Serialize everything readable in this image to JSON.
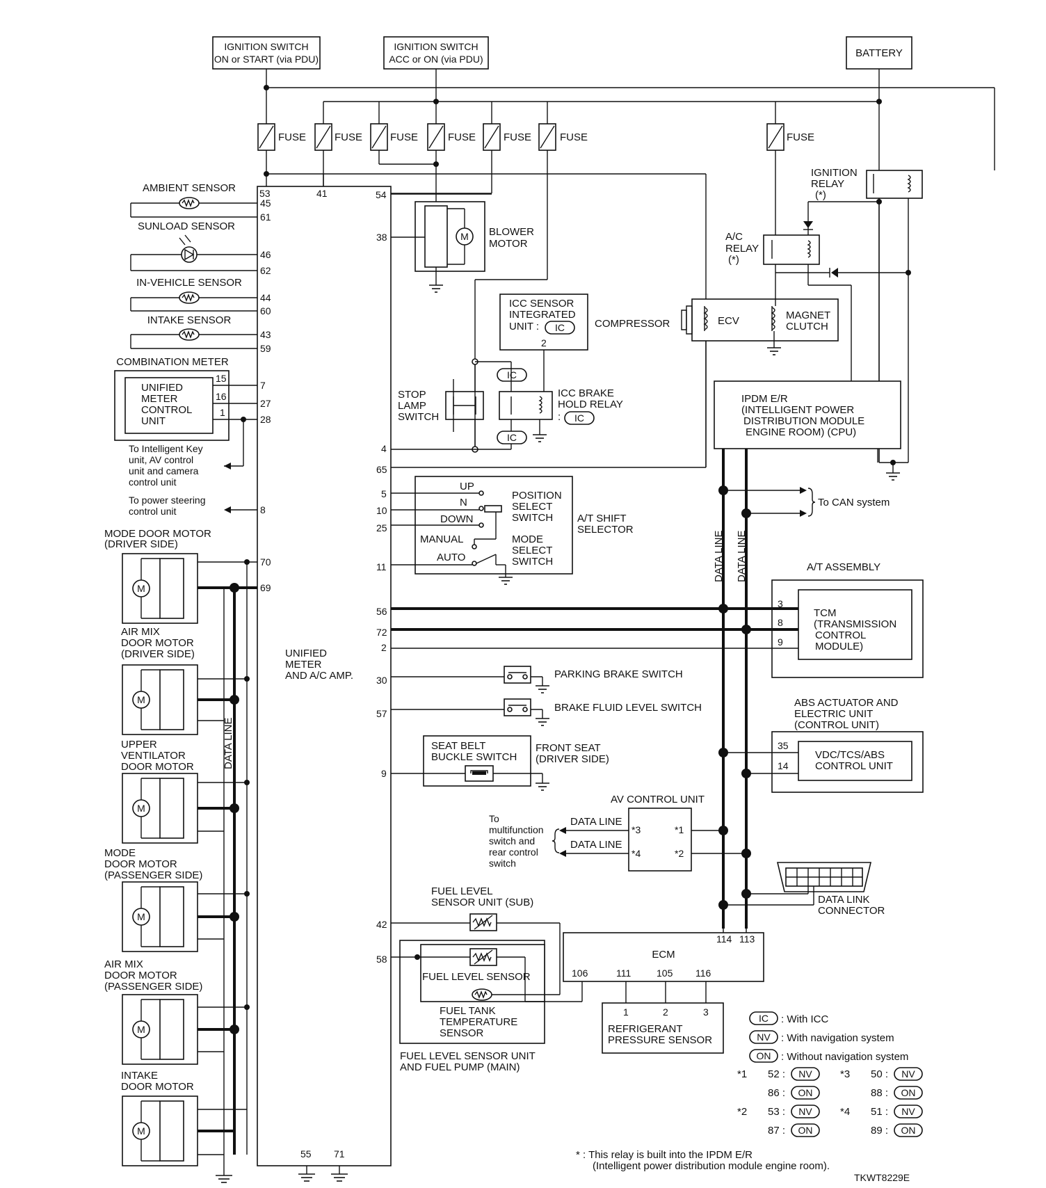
{
  "top": {
    "ign_on_start": [
      "IGNITION SWITCH",
      "ON or START (via PDU)"
    ],
    "ign_acc_on": [
      "IGNITION SWITCH",
      "ACC or ON (via PDU)"
    ],
    "battery": "BATTERY",
    "fuse": "FUSE"
  },
  "sensors": {
    "ambient": "AMBIENT SENSOR",
    "sunload": "SUNLOAD SENSOR",
    "in_vehicle": "IN-VEHICLE SENSOR",
    "intake": "INTAKE SENSOR"
  },
  "combo_meter": {
    "title": "COMBINATION METER",
    "unit": [
      "UNIFIED",
      "METER",
      "CONTROL",
      "UNIT"
    ],
    "pins": [
      "15",
      "16",
      "1"
    ]
  },
  "notes": {
    "to_intelligent_key": [
      "To Intelligent Key",
      "unit, AV control",
      "unit and camera",
      "control unit"
    ],
    "to_power_steering": [
      "To power steering",
      "control unit"
    ]
  },
  "motors": [
    {
      "label": [
        "MODE DOOR MOTOR",
        "(DRIVER SIDE)"
      ]
    },
    {
      "label": [
        "AIR MIX",
        "DOOR MOTOR",
        "(DRIVER SIDE)"
      ]
    },
    {
      "label": [
        "UPPER",
        "VENTILATOR",
        "DOOR MOTOR"
      ]
    },
    {
      "label": [
        "MODE",
        "DOOR MOTOR",
        "(PASSENGER SIDE)"
      ]
    },
    {
      "label": [
        "AIR MIX",
        "DOOR MOTOR",
        "(PASSENGER SIDE)"
      ]
    },
    {
      "label": [
        "INTAKE",
        "DOOR MOTOR"
      ]
    }
  ],
  "motor_glyph": "M",
  "amp": {
    "label": [
      "UNIFIED",
      "METER",
      "AND A/C AMP."
    ],
    "left_pins": [
      "45",
      "61",
      "46",
      "62",
      "44",
      "60",
      "43",
      "59",
      "7",
      "27",
      "28",
      "8",
      "70",
      "69"
    ],
    "top_pins": [
      "53",
      "41",
      "54"
    ],
    "right_pins": [
      "38",
      "4",
      "65",
      "5",
      "10",
      "25",
      "11",
      "56",
      "72",
      "2",
      "30",
      "57",
      "9",
      "42",
      "58"
    ],
    "bottom_pins": [
      "55",
      "71"
    ]
  },
  "blower": [
    "BLOWER",
    "MOTOR"
  ],
  "icc_sensor": [
    "ICC SENSOR",
    "INTEGRATED",
    "UNIT :"
  ],
  "icc_badge": "IC",
  "icc_brake": [
    "ICC BRAKE",
    "HOLD RELAY",
    ":"
  ],
  "stop_lamp": [
    "STOP",
    "LAMP",
    "SWITCH"
  ],
  "compressor": "COMPRESSOR",
  "ecv": "ECV",
  "magnet_clutch": [
    "MAGNET",
    "CLUTCH"
  ],
  "ignition_relay": [
    "IGNITION",
    "RELAY",
    "(*)"
  ],
  "ac_relay": [
    "A/C",
    "RELAY",
    "(*)"
  ],
  "ipdm": [
    "IPDM E/R",
    "(INTELLIGENT POWER",
    "DISTRIBUTION MODULE",
    "ENGINE ROOM) (CPU)"
  ],
  "can": "To CAN system",
  "data_line": "DATA LINE",
  "shift": {
    "positions": [
      "UP",
      "N",
      "DOWN",
      "MANUAL",
      "AUTO"
    ],
    "pos_switch": [
      "POSITION",
      "SELECT",
      "SWITCH"
    ],
    "mode_switch": [
      "MODE",
      "SELECT",
      "SWITCH"
    ],
    "selector": [
      "A/T SHIFT",
      "SELECTOR"
    ]
  },
  "at_assembly": {
    "title": "A/T ASSEMBLY",
    "tcm": [
      "TCM",
      "(TRANSMISSION",
      "CONTROL",
      "MODULE)"
    ],
    "pins": [
      "3",
      "8",
      "9"
    ]
  },
  "parking_brake": "PARKING BRAKE SWITCH",
  "brake_fluid": "BRAKE FLUID LEVEL SWITCH",
  "seat_belt": [
    "SEAT BELT",
    "BUCKLE SWITCH"
  ],
  "front_seat": [
    "FRONT SEAT",
    "(DRIVER SIDE)"
  ],
  "abs": {
    "title": [
      "ABS ACTUATOR AND",
      "ELECTRIC UNIT",
      "(CONTROL UNIT)"
    ],
    "unit": [
      "VDC/TCS/ABS",
      "CONTROL UNIT"
    ],
    "pins": [
      "35",
      "14"
    ]
  },
  "av": {
    "title": "AV CONTROL UNIT",
    "pins": [
      "*3",
      "*4",
      "*1",
      "*2"
    ],
    "to_multi": [
      "To",
      "multifunction",
      "switch and",
      "rear control",
      "switch"
    ]
  },
  "dlc": [
    "DATA LINK",
    "CONNECTOR"
  ],
  "fuel_sub": [
    "FUEL LEVEL",
    "SENSOR UNIT (SUB)"
  ],
  "fuel_level": "FUEL LEVEL SENSOR",
  "fuel_tank": [
    "FUEL TANK",
    "TEMPERATURE",
    "SENSOR"
  ],
  "fuel_main": [
    "FUEL LEVEL SENSOR UNIT",
    "AND FUEL PUMP (MAIN)"
  ],
  "ecm": {
    "title": "ECM",
    "pins": [
      "114",
      "113",
      "106",
      "111",
      "105",
      "116"
    ]
  },
  "refrig": {
    "label": [
      "REFRIGERANT",
      "PRESSURE SENSOR"
    ],
    "pins": [
      "1",
      "2",
      "3"
    ]
  },
  "legend": {
    "badges": [
      "IC",
      "NV",
      "ON"
    ],
    "texts": [
      ": With ICC",
      ": With navigation system",
      ": Without navigation system"
    ],
    "notes": [
      {
        "mark": "*1",
        "a": "52 :",
        "ab": "NV",
        "b": "86 :",
        "bb": "ON"
      },
      {
        "mark": "*3",
        "a": "50 :",
        "ab": "NV",
        "b": "88 :",
        "bb": "ON"
      },
      {
        "mark": "*2",
        "a": "53 :",
        "ab": "NV",
        "b": "87 :",
        "bb": "ON"
      },
      {
        "mark": "*4",
        "a": "51 :",
        "ab": "NV",
        "b": "89 :",
        "bb": "ON"
      }
    ],
    "relay_note": [
      "* : This relay is built into the IPDM E/R",
      "(Intelligent power distribution module engine room)."
    ]
  },
  "code": "TKWT8229E"
}
